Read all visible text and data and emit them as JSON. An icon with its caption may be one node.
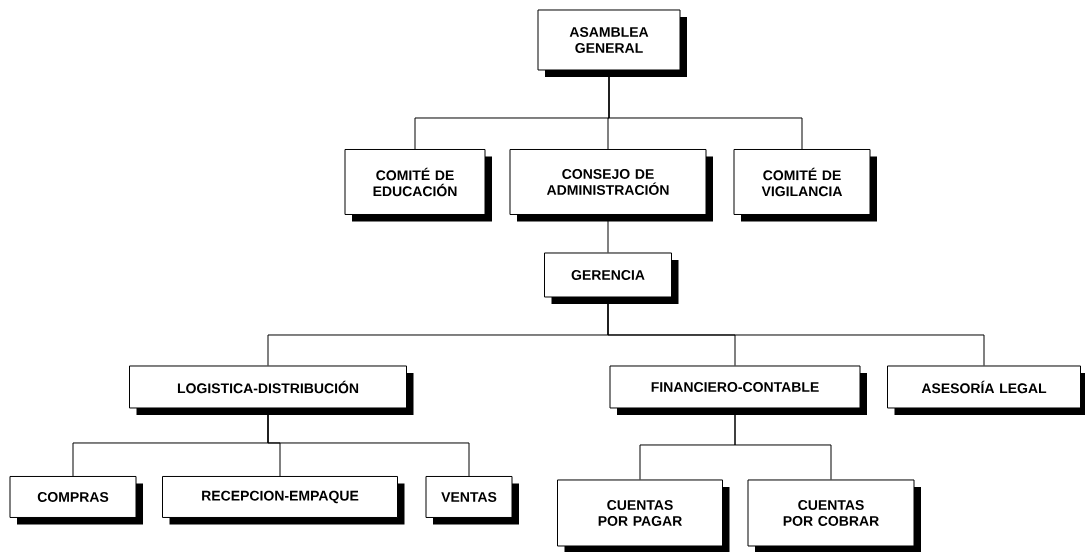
{
  "diagram": {
    "nodes": [
      {
        "text": [
          "ASAMBLEA GENERAL"
        ]
      },
      {
        "text": [
          "COMITÉ DE EDUCACIÓN"
        ]
      },
      {
        "text": [
          "CONSEJO DE ADMINISTRACIÓN"
        ]
      },
      {
        "text": [
          "COMITÉ DE VIGILANCIA"
        ]
      },
      {
        "text": [
          "GERENCIA"
        ]
      },
      {
        "text": [
          "LOGISTICA-DISTRIBUCIÓN"
        ]
      },
      {
        "text": [
          "FINANCIERO-CONTABLE"
        ]
      },
      {
        "text": [
          "ASESORÍA LEGAL"
        ]
      },
      {
        "text": [
          "COMPRAS"
        ]
      },
      {
        "text": [
          "RECEPCION-EMPAQUE"
        ]
      },
      {
        "text": [
          "VENTAS"
        ]
      },
      {
        "text": [
          "CUENTAS POR PAGAR"
        ]
      },
      {
        "text": [
          "CUENTAS POR COBRAR"
        ]
      }
    ],
    "edges": [
      {
        "from": 0,
        "to": 1,
        "arrow": "none"
      },
      {
        "from": 0,
        "to": 2,
        "arrow": "none"
      },
      {
        "from": 0,
        "to": 3,
        "arrow": "none"
      },
      {
        "from": 2,
        "to": 4,
        "arrow": "none"
      },
      {
        "from": 4,
        "to": 5,
        "arrow": "none"
      },
      {
        "from": 4,
        "to": 6,
        "arrow": "none"
      },
      {
        "from": 4,
        "to": 7,
        "arrow": "none"
      },
      {
        "from": 5,
        "to": 8,
        "arrow": "none"
      },
      {
        "from": 5,
        "to": 9,
        "arrow": "none"
      },
      {
        "from": 5,
        "to": 10,
        "arrow": "none"
      },
      {
        "from": 6,
        "to": 11,
        "arrow": "none"
      },
      {
        "from": 6,
        "to": 12,
        "arrow": "none"
      }
    ]
  }
}
